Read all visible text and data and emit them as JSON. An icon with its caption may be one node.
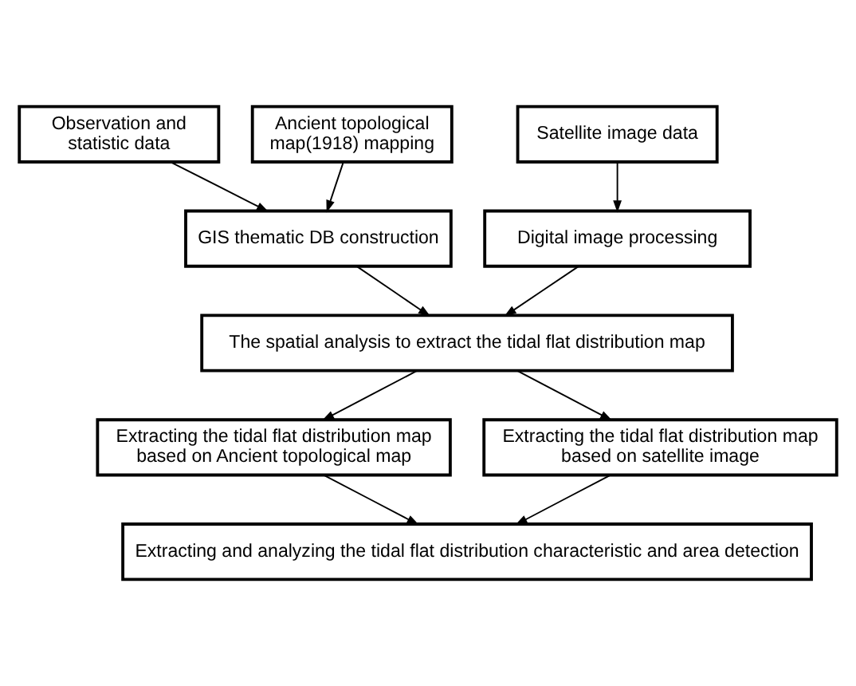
{
  "diagram": {
    "nodes": [
      {
        "text": [
          "Observation and statistic data"
        ]
      },
      {
        "text": [
          "Ancient topological map(1918) mapping"
        ]
      },
      {
        "text": [
          "Satellite image data"
        ]
      },
      {
        "text": [
          "GIS thematic DB construction"
        ]
      },
      {
        "text": [
          "Digital image processing"
        ]
      },
      {
        "text": [
          "The spatial analysis to extract the tidal flat distribution map"
        ]
      },
      {
        "text": [
          "Extracting the tidal flat distribution map based on Ancient topological map"
        ]
      },
      {
        "text": [
          "Extracting the tidal flat distribution map based on satellite image"
        ]
      },
      {
        "text": [
          "Extracting and analyzing the tidal flat distribution characteristic and area detection"
        ]
      }
    ],
    "edges": [
      {
        "from": 0,
        "to": 3,
        "arrow": "to"
      },
      {
        "from": 1,
        "to": 3,
        "arrow": "to"
      },
      {
        "from": 2,
        "to": 4,
        "arrow": "to"
      },
      {
        "from": 3,
        "to": 5,
        "arrow": "to"
      },
      {
        "from": 4,
        "to": 5,
        "arrow": "to"
      },
      {
        "from": 5,
        "to": 6,
        "arrow": "to"
      },
      {
        "from": 5,
        "to": 7,
        "arrow": "to"
      },
      {
        "from": 6,
        "to": 8,
        "arrow": "to"
      },
      {
        "from": 7,
        "to": 8,
        "arrow": "to"
      }
    ]
  }
}
